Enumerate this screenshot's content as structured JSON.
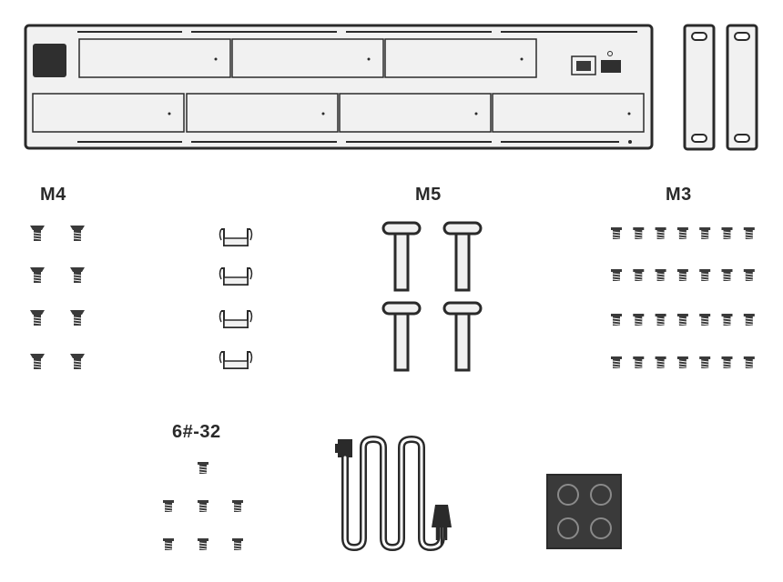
{
  "labels": {
    "m4": "M4",
    "m5": "M5",
    "m3": "M3",
    "six32": "6#-32"
  },
  "colors": {
    "outline": "#2a2a2a",
    "panel": "#f1f1f1",
    "dark": "#3a3a3a"
  },
  "icons": [
    "rack-switch-chassis",
    "rack-mount-ear-left",
    "rack-mount-ear-right",
    "m4-screw",
    "cage-nut-clip",
    "m5-screw",
    "m3-screw",
    "6-32-screw",
    "power-cable-icon",
    "rubber-feet-pad-icon"
  ]
}
